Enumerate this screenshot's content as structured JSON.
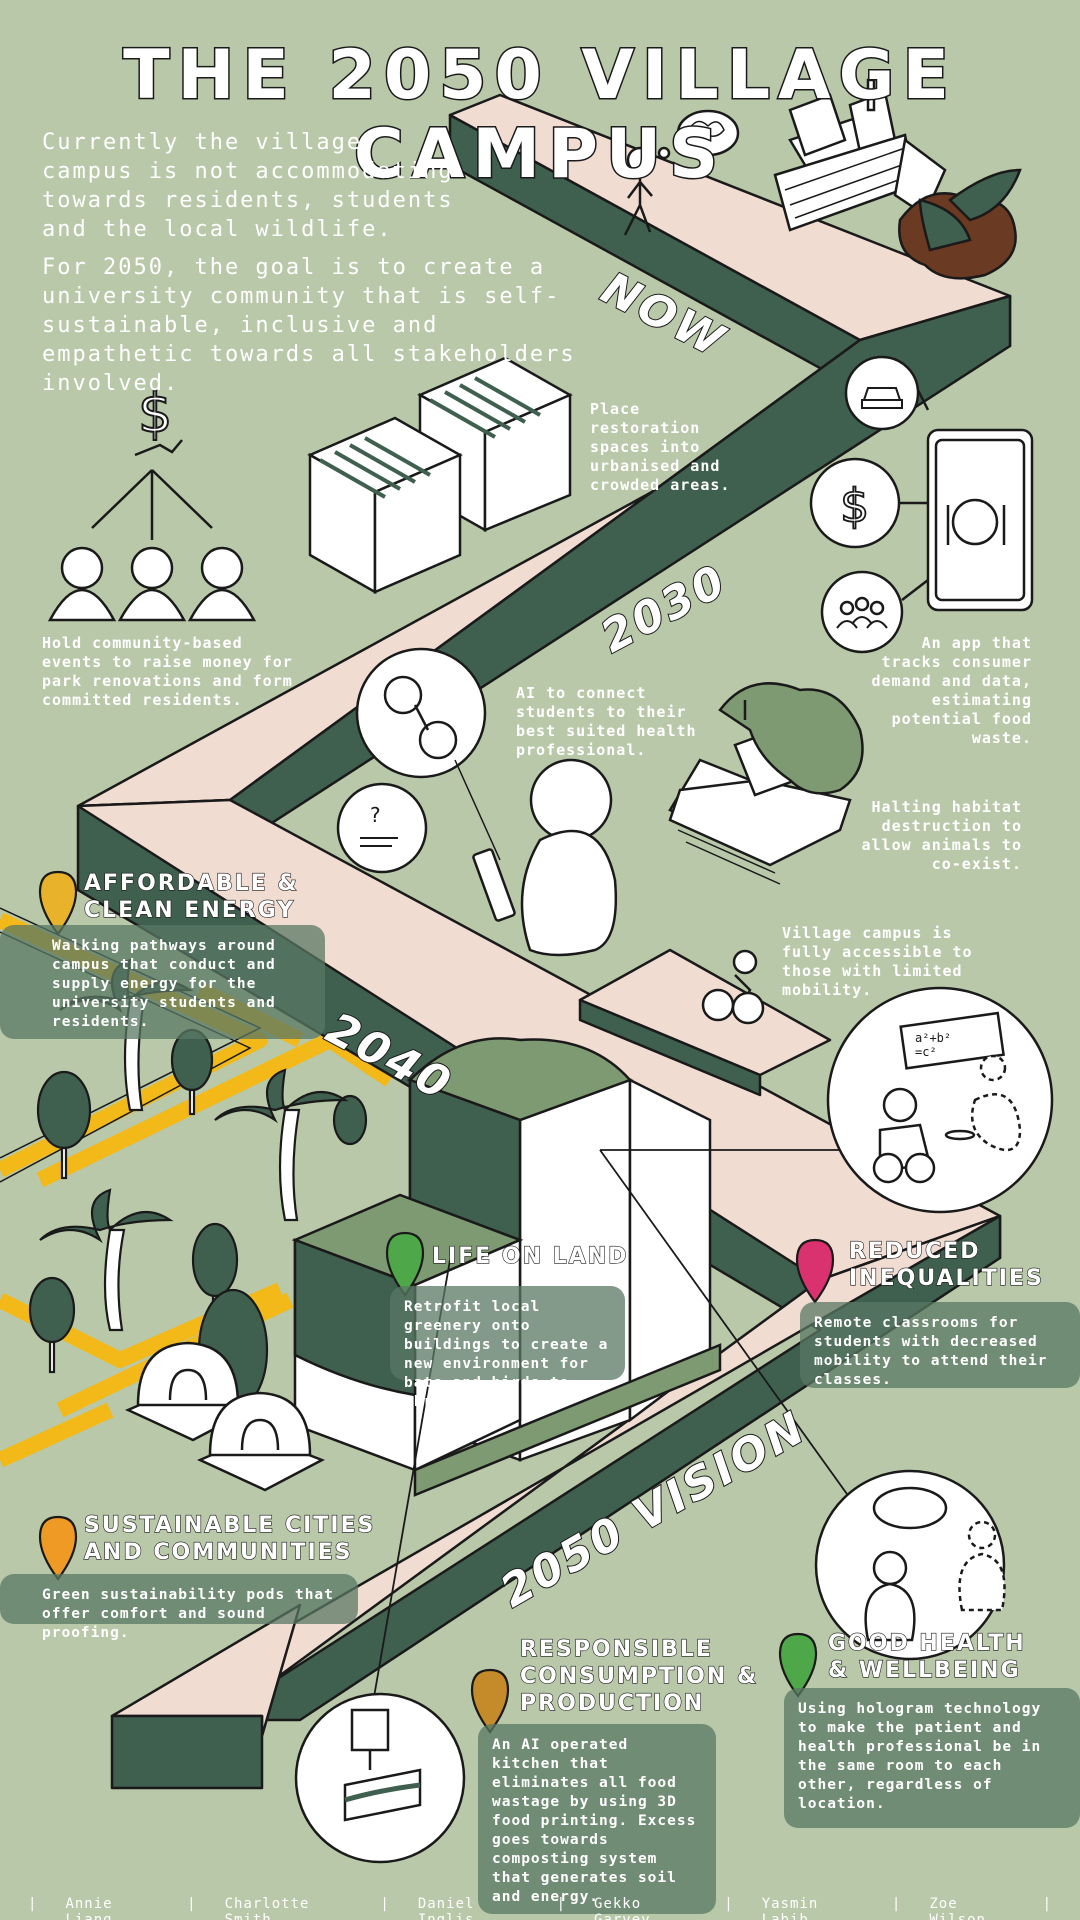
{
  "title": "THE 2050 VILLAGE CAMPUS",
  "intro": {
    "p1": "Currently the village campus is not accommodating towards residents, students and the local wildlife.",
    "p2": "For 2050, the goal is to create a university community that is self-sustainable, inclusive and empathetic towards all stakeholders involved."
  },
  "stages": {
    "now": "NOW",
    "y2030": "2030",
    "y2040": "2040",
    "y2050": "2050 VISION"
  },
  "notes": {
    "restoration": "Place restoration spaces into urbanised and crowded areas.",
    "community_events": "Hold community-based events to raise money for park renovations and form committed residents.",
    "ai_health": "AI to connect students to their best suited health professional.",
    "app": "An app that tracks consumer demand and data, estimating potential food waste.",
    "habitat": "Halting habitat destruction to allow animals to co-exist.",
    "mobility": "Village campus is fully accessible to those with limited mobility."
  },
  "goals": {
    "energy": {
      "title": "AFFORDABLE & CLEAN ENERGY",
      "text": "Walking pathways around campus that conduct and supply energy for the university students and residents.",
      "color": "#e8b32a"
    },
    "land": {
      "title": "LIFE ON LAND",
      "text": "Retrofit local greenery onto buildings to create a new environment for bats and birds to thrive.",
      "color": "#4ea84a"
    },
    "inequalities": {
      "title": "REDUCED INEQUALITIES",
      "text": "Remote classrooms for students with decreased mobility to attend their classes.",
      "color": "#d9326e"
    },
    "cities": {
      "title": "SUSTAINABLE CITIES AND COMMUNITIES",
      "text": "Green sustainability pods that offer comfort and sound proofing.",
      "color": "#ef9a25"
    },
    "consumption": {
      "title": "RESPONSIBLE CONSUMPTION & PRODUCTION",
      "text": "An AI operated kitchen that eliminates all food wastage by using 3D food printing. Excess goes towards composting system that generates soil and energy.",
      "color": "#c58a2a"
    },
    "health": {
      "title": "GOOD HEALTH & WELLBEING",
      "text": "Using hologram technology to make the patient and health professional be in the same room to each other, regardless of location.",
      "color": "#4ea84a"
    }
  },
  "credits": [
    "Annie Liang",
    "Charlotte Smith",
    "Daniel Inglis",
    "Gekko Garvey",
    "Yasmin Labib",
    "Zoe Wilson"
  ],
  "colors": {
    "background": "#b9c8a9",
    "path_top": "#f1dcd2",
    "path_side": "#3f5f4f",
    "road": "#f2b918",
    "greenery": "#3f5f4f"
  }
}
